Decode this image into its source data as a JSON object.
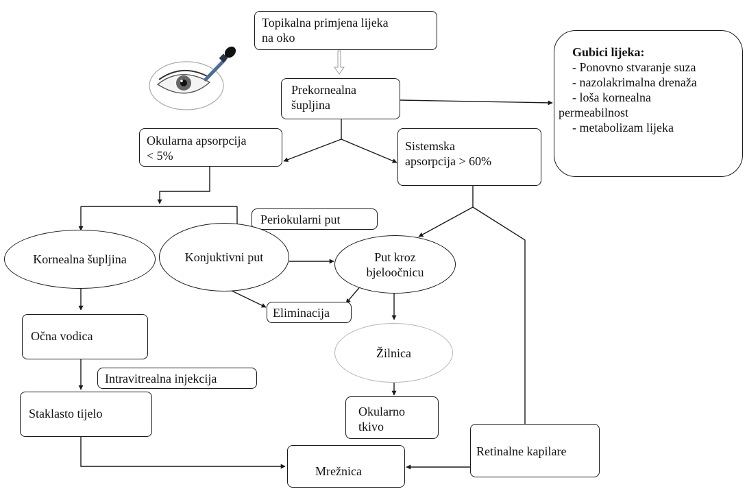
{
  "nodes": {
    "topical": [
      "Topikalna primjena lijeka",
      "na oko"
    ],
    "precorneal": [
      "Prekornealna",
      "šupljina"
    ],
    "losses": {
      "title": "Gubici lijeka:",
      "items": [
        "- Ponovno stvaranje suza",
        "- nazolakrimalna drenaža",
        "- loša kornealna",
        "permeabilnost",
        "- metabolizam lijeka"
      ]
    },
    "ocular_absorption": [
      "Okularna apsorpcija",
      "< 5%"
    ],
    "systemic_absorption": [
      "Sistemska",
      "apsorpcija > 60%"
    ],
    "periocular": "Periokularni put",
    "corneal_cavity": "Kornealna šupljina",
    "conjunctival": "Konjuktivni put",
    "sclera_route": [
      "Put kroz",
      "bjeloočnicu"
    ],
    "elimination": "Eliminacija",
    "aqueous": "Očna vodica",
    "choroid": "Žilnica",
    "intravitreal": "Intravitrealna injekcija",
    "vitreous": "Staklasto tijelo",
    "ocular_tissue": [
      "Okularno",
      "tkivo"
    ],
    "retinal_capillaries": "Retinalne kapilare",
    "retina": "Mrežnica"
  },
  "icons": {
    "eye_dropper": "eye-dropper-icon"
  },
  "colors": {
    "stroke": "#1a1a1a",
    "choroid_border": "#b5b5b5"
  }
}
